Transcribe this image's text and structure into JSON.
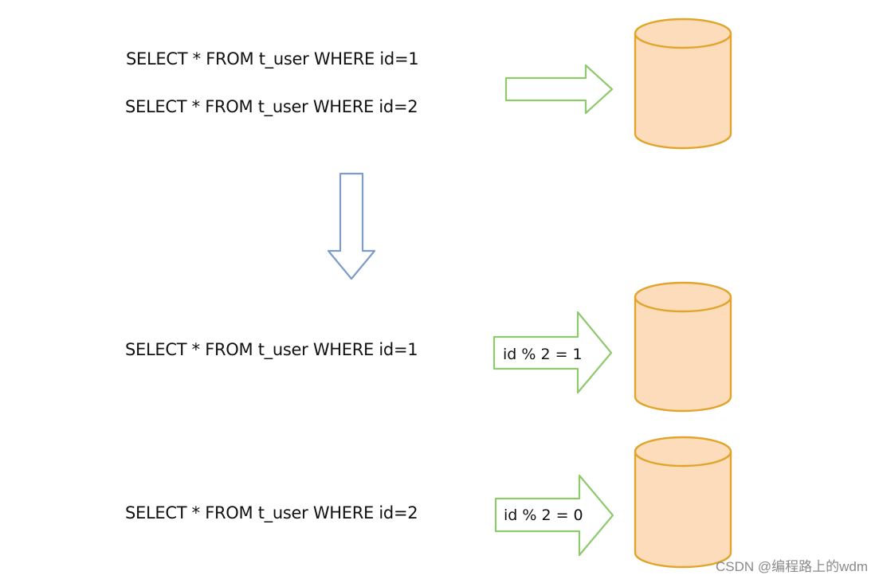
{
  "before": {
    "queries": [
      "SELECT * FROM t_user WHERE id=1",
      "SELECT * FROM t_user WHERE id=2"
    ]
  },
  "after": {
    "shards": [
      {
        "query": "SELECT * FROM t_user WHERE id=1",
        "rule": "id % 2 = 1"
      },
      {
        "query": "SELECT * FROM t_user WHERE id=2",
        "rule": "id % 2 = 0"
      }
    ]
  },
  "colors": {
    "db_fill": "#fddcbc",
    "db_stroke": "#e0a52a",
    "route_arrow": "#8fc96e",
    "flow_arrow": "#7d9cc8"
  },
  "watermark": "CSDN @编程路上的wdm"
}
